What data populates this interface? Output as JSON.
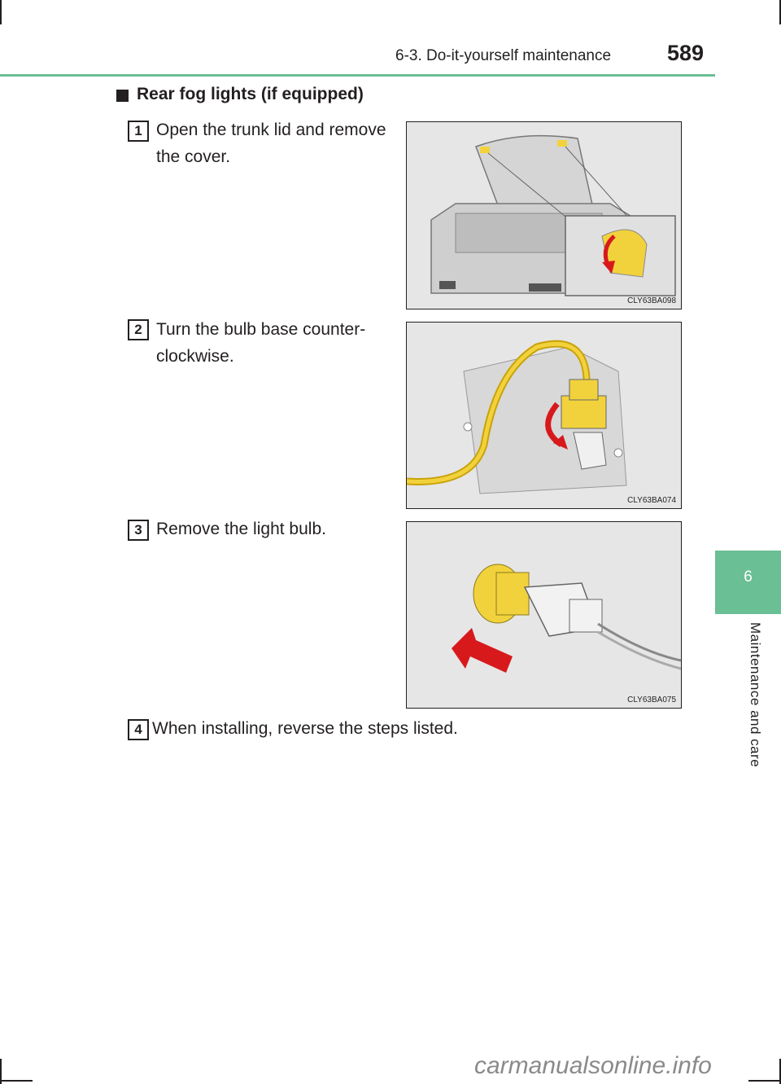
{
  "header": {
    "section": "6-3. Do-it-yourself maintenance",
    "page_number": "589"
  },
  "side_tab": {
    "chapter_number": "6",
    "chapter_label": "Maintenance and care"
  },
  "section": {
    "title": "Rear fog lights (if equipped)"
  },
  "steps": [
    {
      "number": "1",
      "text": "Open the trunk lid and remove the cover.",
      "figure_code": "CLY63BA098"
    },
    {
      "number": "2",
      "text": "Turn the bulb base counter-clockwise.",
      "figure_code": "CLY63BA074"
    },
    {
      "number": "3",
      "text": "Remove the light bulb.",
      "figure_code": "CLY63BA075"
    },
    {
      "number": "4",
      "text": "When installing, reverse the steps listed."
    }
  ],
  "footer": {
    "site": "carmanualsonline.info"
  },
  "colors": {
    "accent_green": "#6abf95",
    "arrow_red": "#d7191c",
    "part_yellow": "#f2d23c"
  }
}
